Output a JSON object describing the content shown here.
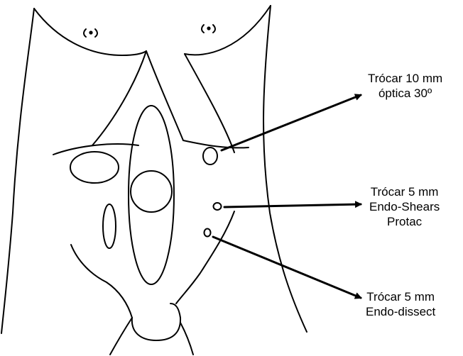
{
  "labels": {
    "trocar_optic": {
      "line1": "Trócar 10 mm",
      "line2": "óptica 30º"
    },
    "trocar_shears": {
      "line1": "Trócar 5 mm",
      "line2": "Endo-Shears",
      "line3": "Protac"
    },
    "trocar_dissect": {
      "line1": "Trócar 5 mm",
      "line2": "Endo-dissect"
    }
  },
  "colors": {
    "line": "#000000",
    "background": "#ffffff"
  }
}
